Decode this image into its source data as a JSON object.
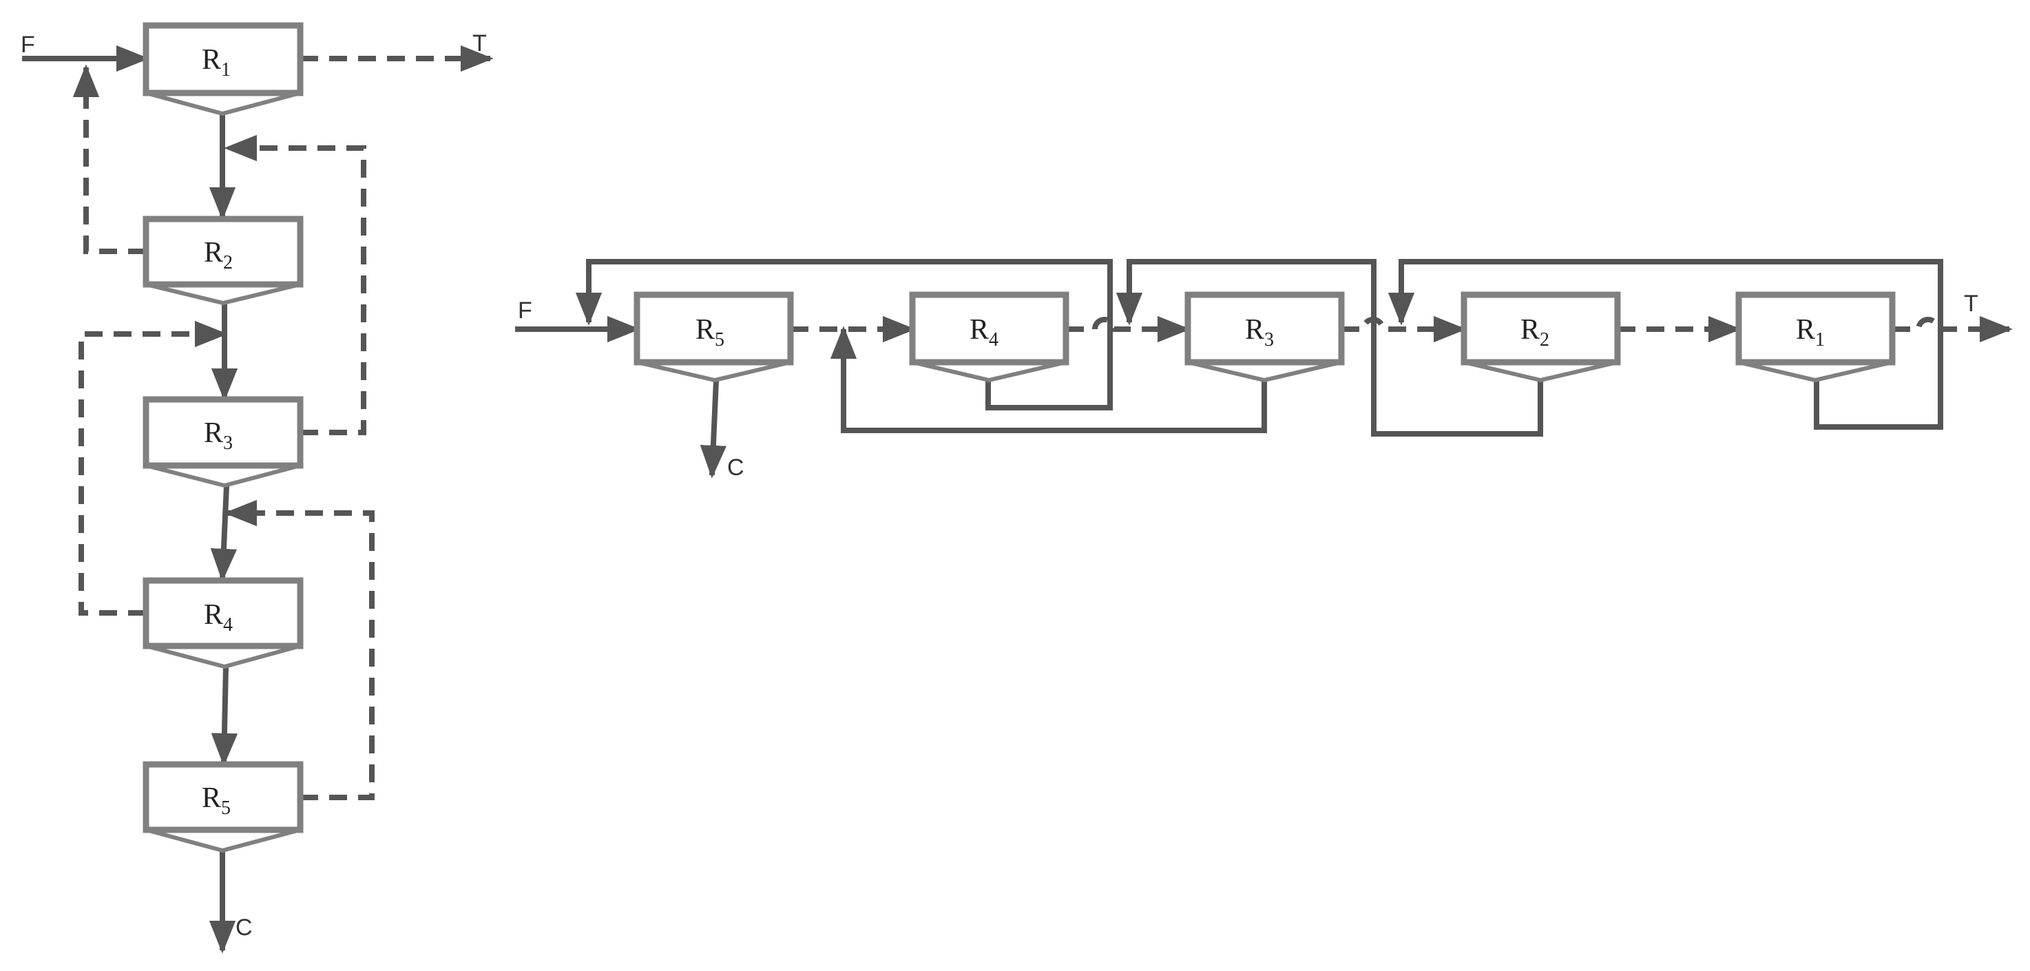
{
  "streams": {
    "feed": "F",
    "tails": "T",
    "concentrate": "C"
  },
  "units": [
    {
      "prefix": "R",
      "index": "1"
    },
    {
      "prefix": "R",
      "index": "2"
    },
    {
      "prefix": "R",
      "index": "3"
    },
    {
      "prefix": "R",
      "index": "4"
    },
    {
      "prefix": "R",
      "index": "5"
    }
  ],
  "colors": {
    "line": "#555555",
    "box": "#808080",
    "text": "#222222"
  }
}
